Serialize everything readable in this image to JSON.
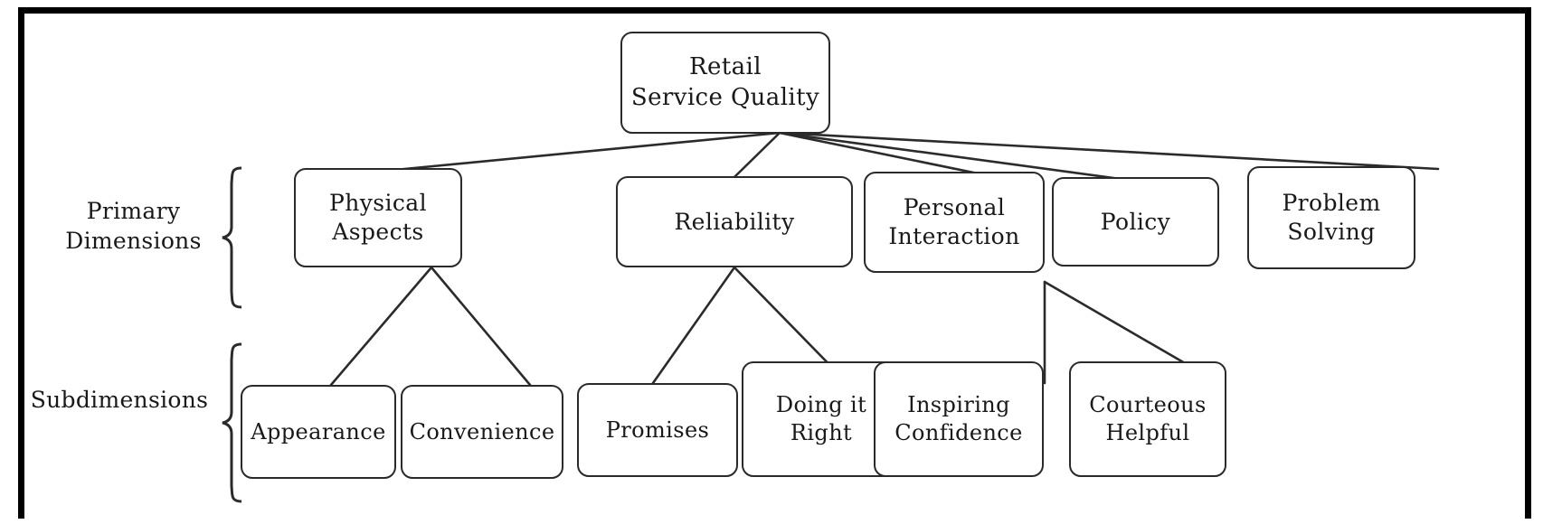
{
  "diagram": {
    "title": "Retail Service Quality hierarchy",
    "frame_color": "#000000",
    "node_border_color": "#2a2a2a",
    "background": "#ffffff"
  },
  "root": {
    "label": "Retail\nService Quality"
  },
  "row_labels": {
    "primary": "Primary\nDimensions",
    "sub": "Subdimensions"
  },
  "primary_dimensions": [
    {
      "label": "Physical\nAspects"
    },
    {
      "label": "Reliability"
    },
    {
      "label": "Personal\nInteraction"
    },
    {
      "label": "Policy"
    },
    {
      "label": "Problem\nSolving"
    }
  ],
  "subdimensions": [
    {
      "label": "Appearance",
      "parent": "Physical Aspects"
    },
    {
      "label": "Convenience",
      "parent": "Physical Aspects"
    },
    {
      "label": "Promises",
      "parent": "Reliability"
    },
    {
      "label": "Doing it\nRight",
      "parent": "Reliability"
    },
    {
      "label": "Inspiring\nConfidence",
      "parent": "Personal Interaction"
    },
    {
      "label": "Courteous\nHelpful",
      "parent": "Personal Interaction"
    }
  ]
}
